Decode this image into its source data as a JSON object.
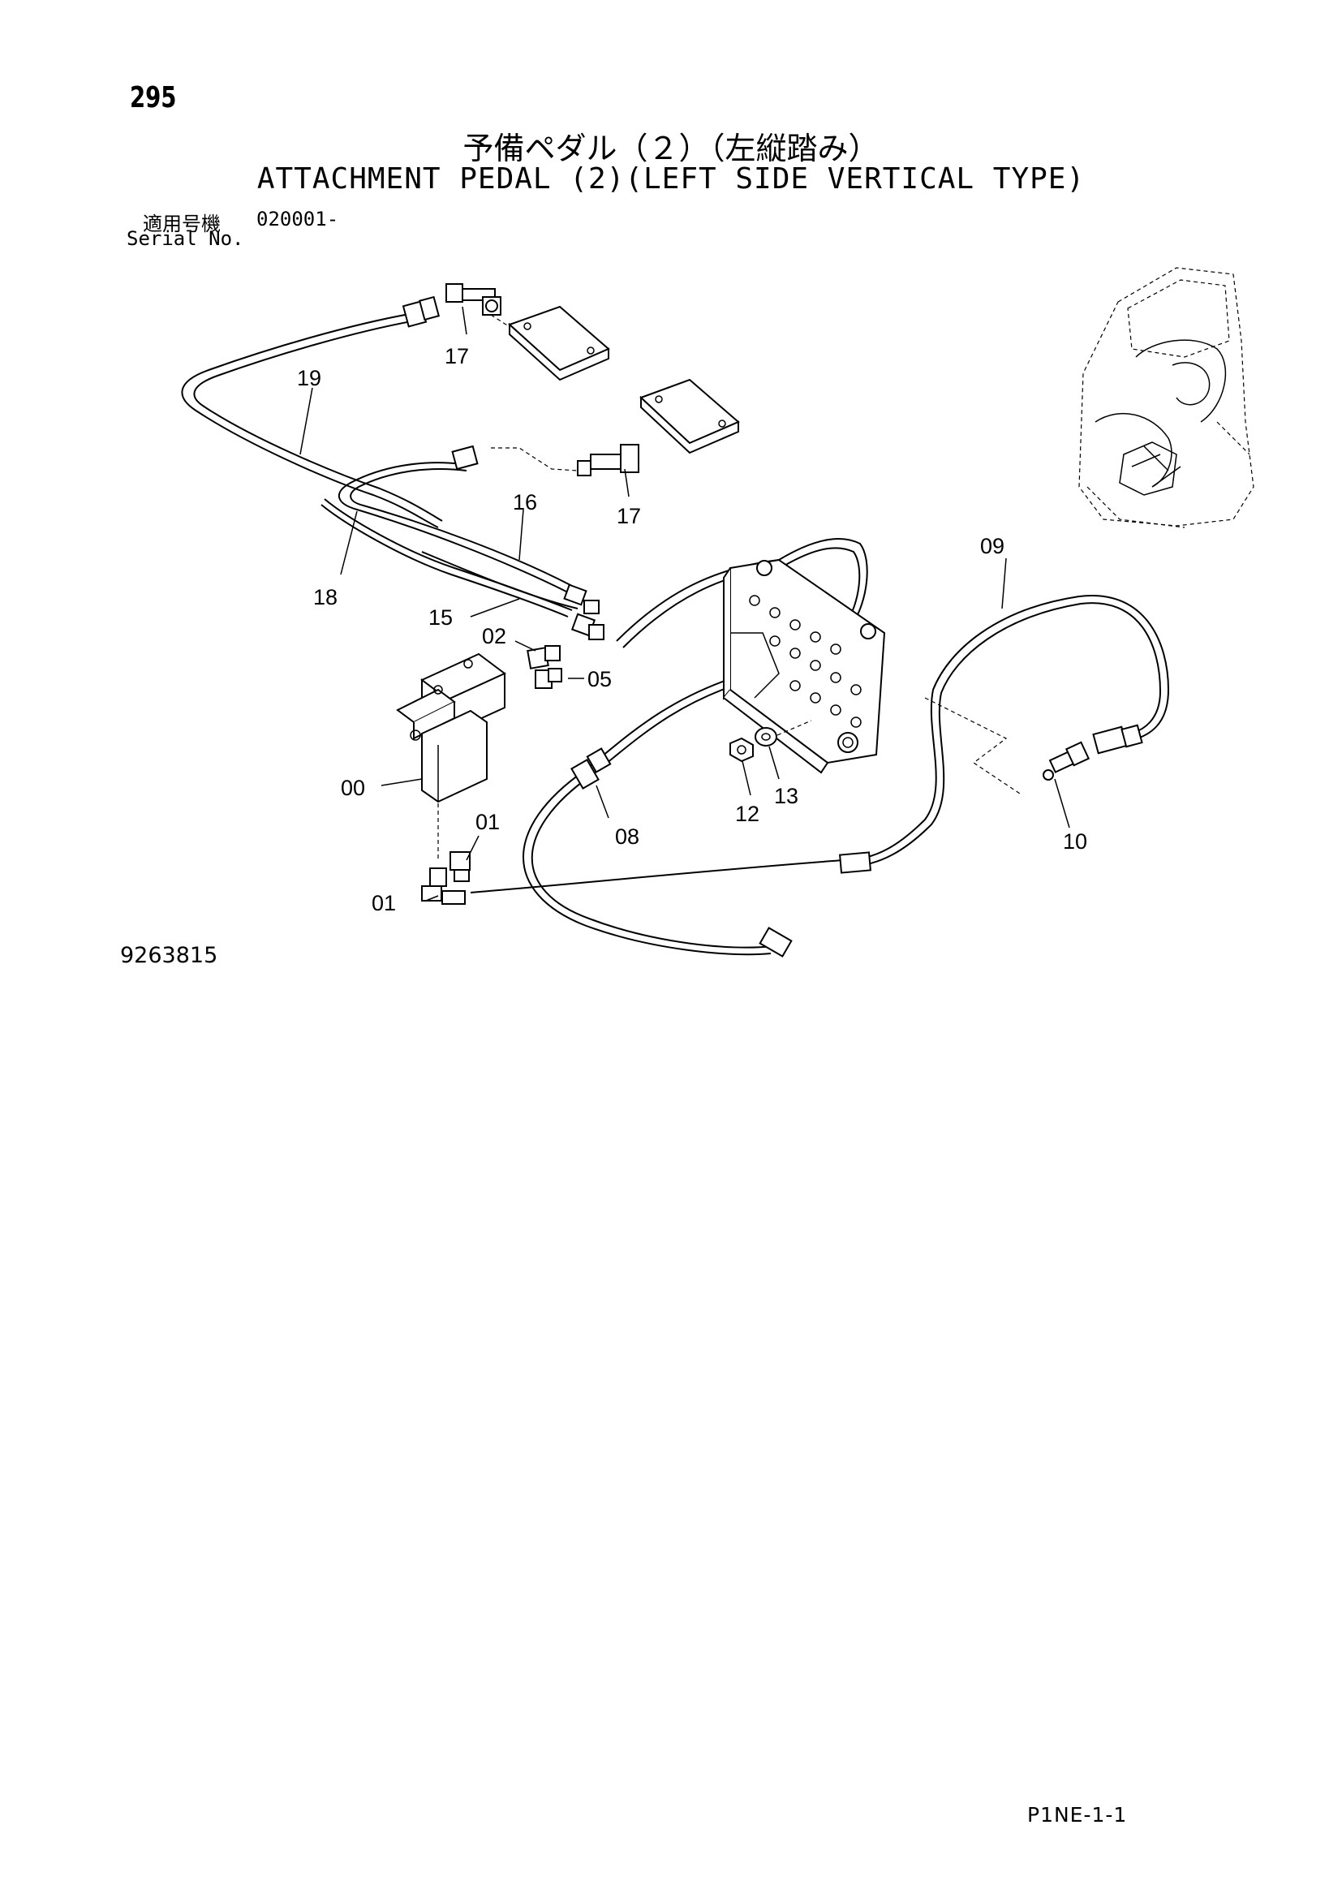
{
  "header": {
    "page_number": "295",
    "title_jp": "予備ペダル（２）（左縦踏み）",
    "title_en": "ATTACHMENT PEDAL (2)(LEFT SIDE VERTICAL TYPE)",
    "serial_label_jp": "適用号機",
    "serial_value": "020001-",
    "serial_label_en": "Serial No."
  },
  "callouts": {
    "c00": "00",
    "c01a": "01",
    "c01b": "01",
    "c02": "02",
    "c05": "05",
    "c08": "08",
    "c09": "09",
    "c10": "10",
    "c12": "12",
    "c13": "13",
    "c15": "15",
    "c16": "16",
    "c17a": "17",
    "c17b": "17",
    "c18": "18",
    "c19": "19"
  },
  "footer": {
    "drawing_number": "9263815",
    "page_code": "P1NE-1-1"
  }
}
